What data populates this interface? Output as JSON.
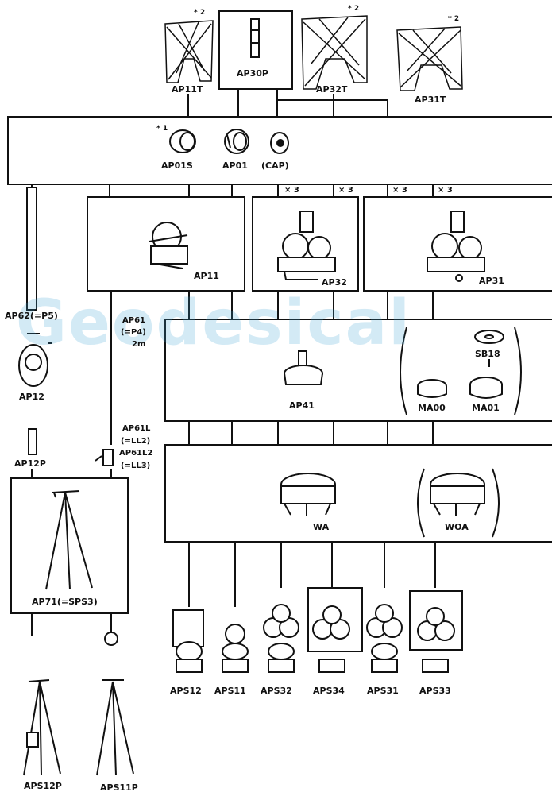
{
  "watermark": "Geodesical",
  "targets": {
    "ap11t": "AP11T",
    "ap30p": "AP30P",
    "ap32t": "AP32T",
    "ap31t": "AP31T",
    "note2": "* 2"
  },
  "prisms": {
    "note1": "* 1",
    "ap01s": "AP01S",
    "ap01": "AP01",
    "cap": "(CAP)"
  },
  "holders": {
    "ap11": "AP11",
    "ap32": "AP32",
    "ap31": "AP31",
    "x3": "× 3"
  },
  "poles": {
    "ap62": "AP62(=P5)",
    "ap12": "AP12",
    "ap12p": "AP12P",
    "ap61_line1": "AP61",
    "ap61_line2": "(=P4)",
    "ap61_line3": "2m",
    "ap61l_line1": "AP61L",
    "ap61l_line2": "(=LL2)",
    "ap61l_line3": "AP61L2",
    "ap61l_line4": "(=LL3)"
  },
  "adapters": {
    "ap41": "AP41",
    "sb18": "SB18",
    "ma00": "MA00",
    "ma01": "MA01"
  },
  "tribrachs": {
    "wa": "WA",
    "woa": "WOA"
  },
  "tripod": {
    "ap71": "AP71(=SPS3)"
  },
  "sets": {
    "aps12": "APS12",
    "aps11": "APS11",
    "aps32": "APS32",
    "aps34": "APS34",
    "aps31": "APS31",
    "aps33": "APS33",
    "aps12p": "APS12P",
    "aps11p": "APS11P"
  }
}
